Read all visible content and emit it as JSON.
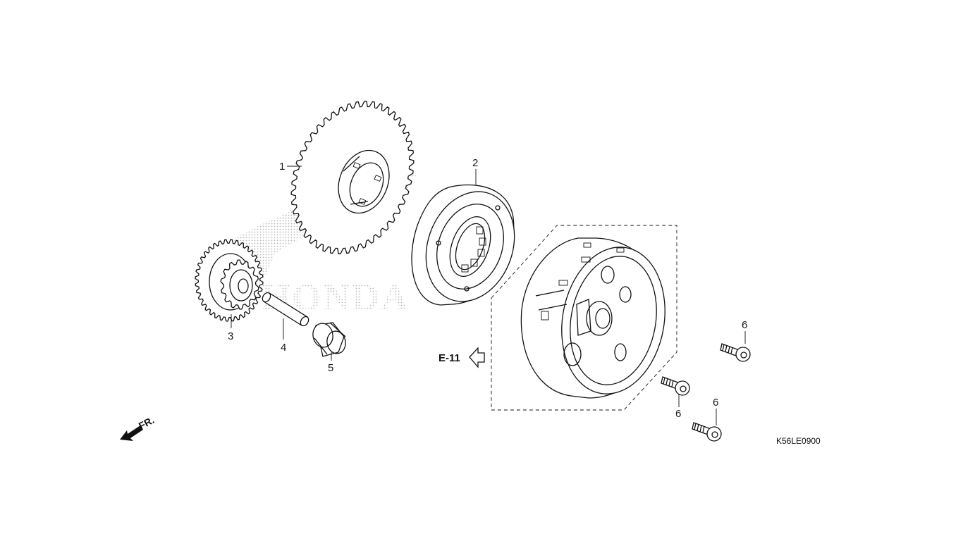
{
  "watermark": {
    "text": "HONDA",
    "color": "#c9c9c9"
  },
  "callouts": [
    {
      "id": "1",
      "label": "1"
    },
    {
      "id": "2",
      "label": "2"
    },
    {
      "id": "3",
      "label": "3"
    },
    {
      "id": "4",
      "label": "4"
    },
    {
      "id": "5",
      "label": "5"
    },
    {
      "id": "6a",
      "label": "6"
    },
    {
      "id": "6b",
      "label": "6"
    },
    {
      "id": "6c",
      "label": "6"
    }
  ],
  "reference": {
    "label": "E-11",
    "icon": "hollow-arrow-left-icon"
  },
  "direction": {
    "label": "FR.",
    "icon": "front-arrow-icon"
  },
  "diagram_code": "K56LE0900",
  "colors": {
    "line": "#111111",
    "background": "#ffffff",
    "dotted_logo": "#bdbdbd"
  }
}
